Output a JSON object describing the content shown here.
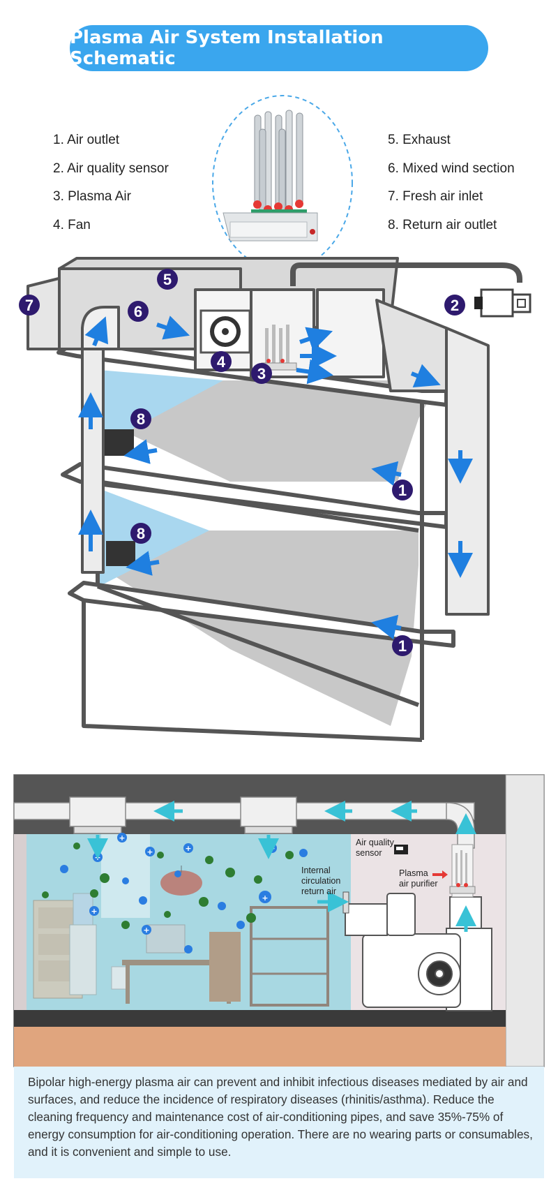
{
  "title": "Plasma Air System Installation Schematic",
  "legend_left": [
    "1. Air outlet",
    "2. Air quality sensor",
    "3. Plasma Air",
    "4. Fan"
  ],
  "legend_right": [
    "5. Exhaust",
    "6. Mixed wind section",
    "7. Fresh air inlet",
    "8. Return air outlet"
  ],
  "markers": {
    "m1": "1",
    "m2": "2",
    "m3": "3",
    "m4": "4",
    "m5": "5",
    "m6": "6",
    "m7": "7",
    "m8": "8"
  },
  "room_labels": {
    "air_quality_line1": "Air quality",
    "air_quality_line2": "sensor",
    "internal_line1": "Internal",
    "internal_line2": "circulation",
    "internal_line3": "return air",
    "purifier_line1": "Plasma",
    "purifier_line2": "air purifier"
  },
  "description": "Bipolar high-energy plasma air can prevent and inhibit infectious diseases mediated by air and surfaces, and reduce the incidence of respiratory diseases (rhinitis/asthma). Reduce the cleaning frequency and maintenance cost of air-conditioning pipes, and save 35%-75% of energy consumption for air-conditioning operation. There are no wearing parts or consumables, and it is convenient and simple to use.",
  "colors": {
    "accent": "#3aa6ee",
    "arrow": "#1f7fe0",
    "marker": "#2e1a6e",
    "room_wall": "#a8d8e2",
    "floor": "#e0a57e",
    "description_bg": "#e1f2fb"
  }
}
